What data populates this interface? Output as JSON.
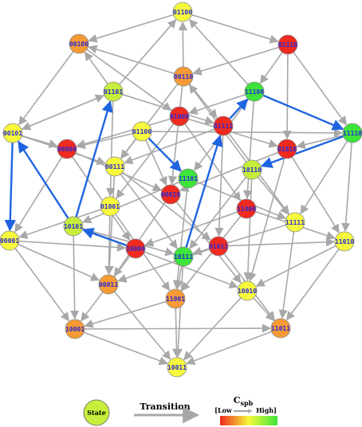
{
  "colors": {
    "gray_edge": "#a8a8a8",
    "blue_edge": "#1f64e0",
    "label": "#2b2bd6",
    "red": "#ef2a1f",
    "orange": "#f59a34",
    "yellow": "#f6f83c",
    "lime": "#c7ee3a",
    "green": "#3de43a"
  },
  "nodes": [
    {
      "id": "01100",
      "color": "yellow"
    },
    {
      "id": "00100",
      "color": "orange"
    },
    {
      "id": "01110",
      "color": "red"
    },
    {
      "id": "00110",
      "color": "orange"
    },
    {
      "id": "01101",
      "color": "lime"
    },
    {
      "id": "11100",
      "color": "green"
    },
    {
      "id": "01000",
      "color": "red"
    },
    {
      "id": "00101",
      "color": "yellow"
    },
    {
      "id": "01100b",
      "label": "01100",
      "color": "yellow"
    },
    {
      "id": "01111",
      "color": "red"
    },
    {
      "id": "11110",
      "color": "green"
    },
    {
      "id": "00000",
      "color": "red"
    },
    {
      "id": "01010",
      "color": "red"
    },
    {
      "id": "00111",
      "color": "yellow"
    },
    {
      "id": "11101",
      "color": "green"
    },
    {
      "id": "10110",
      "color": "lime"
    },
    {
      "id": "00010",
      "color": "red"
    },
    {
      "id": "01001",
      "color": "yellow"
    },
    {
      "id": "11000",
      "color": "red"
    },
    {
      "id": "10101",
      "color": "lime"
    },
    {
      "id": "11111",
      "color": "yellow"
    },
    {
      "id": "00001",
      "color": "yellow"
    },
    {
      "id": "10000",
      "color": "red"
    },
    {
      "id": "01011",
      "color": "red"
    },
    {
      "id": "10111",
      "color": "green"
    },
    {
      "id": "11010",
      "color": "yellow"
    },
    {
      "id": "00011",
      "color": "orange"
    },
    {
      "id": "10010",
      "color": "yellow"
    },
    {
      "id": "11001",
      "color": "orange"
    },
    {
      "id": "10001",
      "color": "orange"
    },
    {
      "id": "11011",
      "color": "orange"
    },
    {
      "id": "10011",
      "color": "yellow"
    }
  ],
  "edges_blue": [
    [
      "11100",
      "11110"
    ],
    [
      "11110",
      "10110"
    ],
    [
      "01111",
      "11100"
    ],
    [
      "10111",
      "01111"
    ],
    [
      "10000",
      "10101"
    ],
    [
      "10101",
      "00101"
    ],
    [
      "00101",
      "00001"
    ],
    [
      "10101",
      "01101"
    ],
    [
      "01100b",
      "11101"
    ]
  ],
  "edges_gray": [
    [
      "01100",
      "00100"
    ],
    [
      "01100",
      "01110"
    ],
    [
      "00110",
      "01100"
    ],
    [
      "01101",
      "01100"
    ],
    [
      "11100",
      "01100"
    ],
    [
      "00100",
      "00101"
    ],
    [
      "01101",
      "00100"
    ],
    [
      "00110",
      "00100"
    ],
    [
      "00100",
      "01000"
    ],
    [
      "01110",
      "00110"
    ],
    [
      "01110",
      "11110"
    ],
    [
      "01110",
      "01010"
    ],
    [
      "01110",
      "11100"
    ],
    [
      "00110",
      "00111"
    ],
    [
      "00110",
      "00010"
    ],
    [
      "00110",
      "01111"
    ],
    [
      "01101",
      "00101"
    ],
    [
      "01101",
      "01001"
    ],
    [
      "01101",
      "01111"
    ],
    [
      "11100",
      "11101"
    ],
    [
      "11100",
      "11000"
    ],
    [
      "11100",
      "01000"
    ],
    [
      "01000",
      "00000"
    ],
    [
      "01000",
      "01010"
    ],
    [
      "01000",
      "11000"
    ],
    [
      "01000",
      "01001"
    ],
    [
      "00101",
      "00111"
    ],
    [
      "00101",
      "00000"
    ],
    [
      "00101",
      "01101"
    ],
    [
      "01100b",
      "00000"
    ],
    [
      "01100b",
      "11110"
    ],
    [
      "01100b",
      "00010"
    ],
    [
      "01100b",
      "00111"
    ],
    [
      "01111",
      "01011"
    ],
    [
      "01111",
      "11111"
    ],
    [
      "01111",
      "00111"
    ],
    [
      "11110",
      "11111"
    ],
    [
      "11110",
      "11010"
    ],
    [
      "11110",
      "01010"
    ],
    [
      "00000",
      "00010"
    ],
    [
      "00000",
      "10000"
    ],
    [
      "00000",
      "00001"
    ],
    [
      "01010",
      "11010"
    ],
    [
      "01010",
      "10010"
    ],
    [
      "01010",
      "00010"
    ],
    [
      "00111",
      "10111"
    ],
    [
      "00111",
      "00011"
    ],
    [
      "00111",
      "01011"
    ],
    [
      "11101",
      "10101"
    ],
    [
      "11101",
      "11111"
    ],
    [
      "11101",
      "11001"
    ],
    [
      "10110",
      "10111"
    ],
    [
      "10110",
      "10010"
    ],
    [
      "10110",
      "11111"
    ],
    [
      "10110",
      "00110"
    ],
    [
      "00010",
      "00011"
    ],
    [
      "00010",
      "10010"
    ],
    [
      "01001",
      "11001"
    ],
    [
      "01001",
      "00001"
    ],
    [
      "01001",
      "00011"
    ],
    [
      "11000",
      "11010"
    ],
    [
      "11000",
      "10000"
    ],
    [
      "11000",
      "11001"
    ],
    [
      "10101",
      "10111"
    ],
    [
      "10101",
      "10001"
    ],
    [
      "11111",
      "11011"
    ],
    [
      "11111",
      "10111"
    ],
    [
      "00001",
      "10001"
    ],
    [
      "00001",
      "00011"
    ],
    [
      "00001",
      "10000"
    ],
    [
      "10000",
      "10010"
    ],
    [
      "10000",
      "10001"
    ],
    [
      "01011",
      "11011"
    ],
    [
      "01011",
      "00011"
    ],
    [
      "01011",
      "11010"
    ],
    [
      "10111",
      "10011"
    ],
    [
      "10111",
      "11001"
    ],
    [
      "11010",
      "10010"
    ],
    [
      "11010",
      "11011"
    ],
    [
      "00011",
      "10011"
    ],
    [
      "10010",
      "10011"
    ],
    [
      "10010",
      "11011"
    ],
    [
      "11001",
      "10011"
    ],
    [
      "11001",
      "10001"
    ],
    [
      "10001",
      "10011"
    ],
    [
      "11011",
      "10011"
    ],
    [
      "10001",
      "11011"
    ]
  ],
  "legend": {
    "state_label": "State",
    "transition_label": "Transition",
    "cspb_main": "C",
    "cspb_sub": "spb",
    "low_label": "[Low",
    "high_label": "High]"
  }
}
